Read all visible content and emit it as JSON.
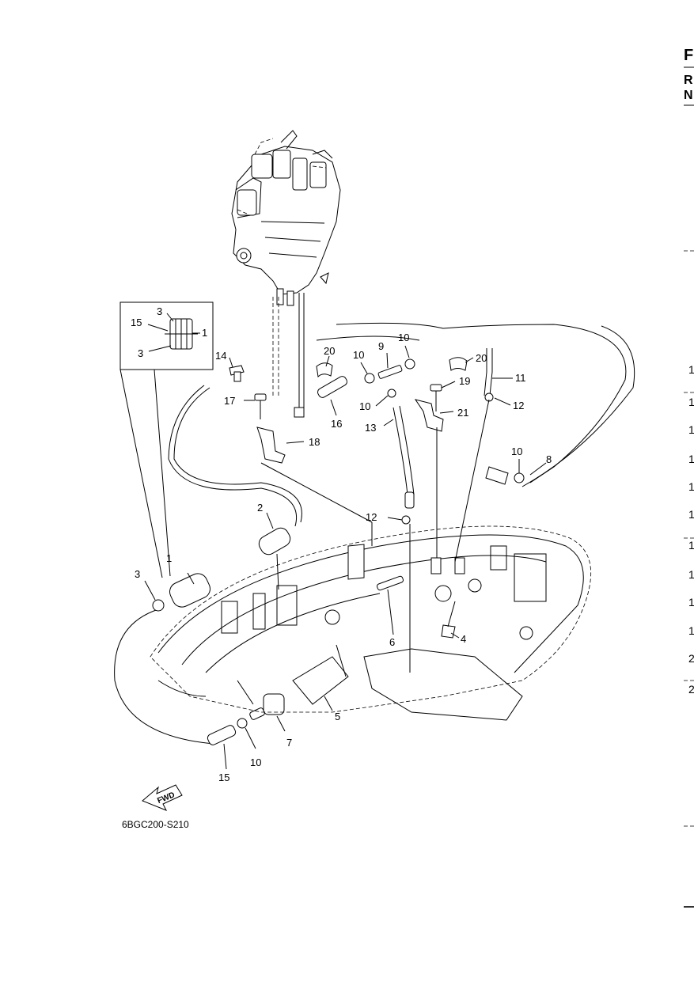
{
  "header": {
    "edge_letters": [
      "F",
      "R",
      "N"
    ]
  },
  "side_numbers": [
    "1",
    "1",
    "1",
    "1",
    "1",
    "1",
    "1",
    "1",
    "1",
    "1",
    "2",
    "2"
  ],
  "diagram": {
    "code": "6BGC200-S210",
    "fwd_text": "FWD",
    "callouts": [
      {
        "id": "c1",
        "text": "1"
      },
      {
        "id": "c2",
        "text": "2"
      },
      {
        "id": "c3",
        "text": "3"
      },
      {
        "id": "c4",
        "text": "4"
      },
      {
        "id": "c5",
        "text": "5"
      },
      {
        "id": "c6",
        "text": "6"
      },
      {
        "id": "c7",
        "text": "7"
      },
      {
        "id": "c8",
        "text": "8"
      },
      {
        "id": "c9",
        "text": "9"
      },
      {
        "id": "c10a",
        "text": "10"
      },
      {
        "id": "c10b",
        "text": "10"
      },
      {
        "id": "c10c",
        "text": "10"
      },
      {
        "id": "c10d",
        "text": "10"
      },
      {
        "id": "c10e",
        "text": "10"
      },
      {
        "id": "c11",
        "text": "11"
      },
      {
        "id": "c12a",
        "text": "12"
      },
      {
        "id": "c12b",
        "text": "12"
      },
      {
        "id": "c13",
        "text": "13"
      },
      {
        "id": "c14",
        "text": "14"
      },
      {
        "id": "c15",
        "text": "15"
      },
      {
        "id": "c16",
        "text": "16"
      },
      {
        "id": "c17",
        "text": "17"
      },
      {
        "id": "c18",
        "text": "18"
      },
      {
        "id": "c19",
        "text": "19"
      },
      {
        "id": "c20a",
        "text": "20"
      },
      {
        "id": "c20b",
        "text": "20"
      },
      {
        "id": "c21",
        "text": "21"
      }
    ],
    "inset": {
      "callouts": [
        {
          "id": "i3a",
          "text": "3"
        },
        {
          "id": "i15",
          "text": "15"
        },
        {
          "id": "i1",
          "text": "1"
        },
        {
          "id": "i3b",
          "text": "3"
        }
      ]
    }
  }
}
